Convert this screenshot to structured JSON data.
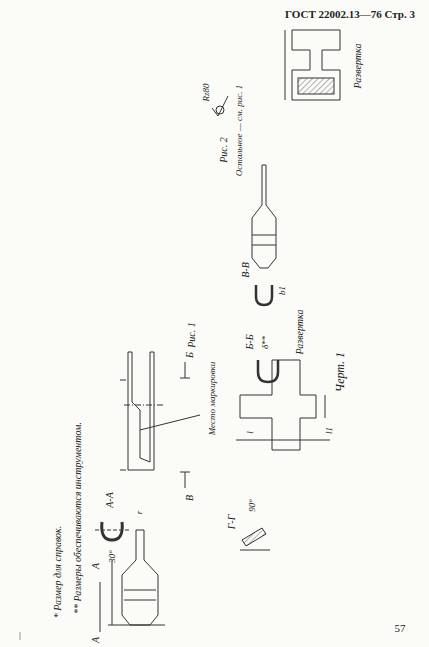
{
  "diagram": {
    "caption": "Черт. 1",
    "labels": [
      "ГОСТ 22002.13—76 Стр. 3",
      "57",
      "Рис. 1",
      "Рис. 2",
      "Остальное — см. рис. 1",
      "Rz80",
      "Развертка",
      "Развертка",
      "Место маркировки",
      "А-А",
      "Б-Б",
      "В-В",
      "Г-Г",
      "* Размер для справок.",
      "** Размеры обеспечиваются инструментом.",
      "30°",
      "90°",
      "δ**",
      "b1",
      "l",
      "l1",
      "А",
      "А",
      "Б",
      "В",
      "r"
    ]
  }
}
